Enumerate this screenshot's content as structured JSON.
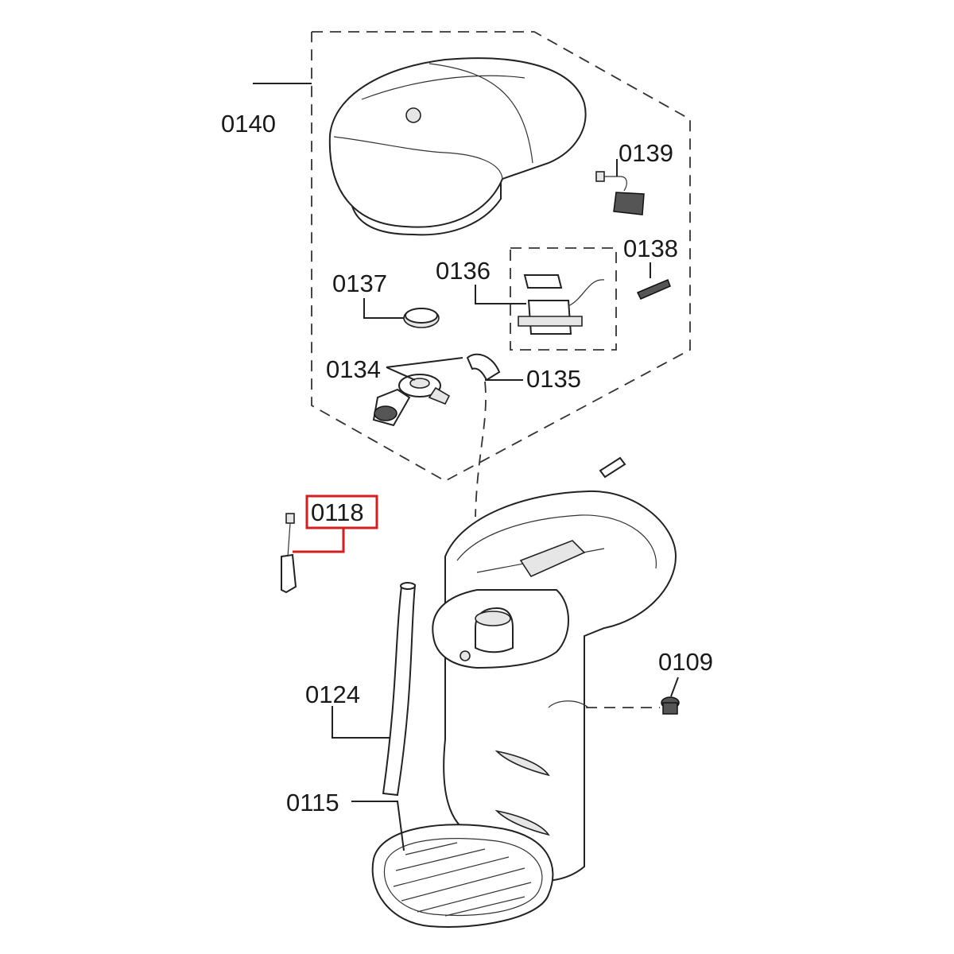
{
  "diagram": {
    "parts": [
      {
        "id": "0140"
      },
      {
        "id": "0139"
      },
      {
        "id": "0138"
      },
      {
        "id": "0137"
      },
      {
        "id": "0136"
      },
      {
        "id": "0134"
      },
      {
        "id": "0135"
      },
      {
        "id": "0118",
        "highlighted": true
      },
      {
        "id": "0124"
      },
      {
        "id": "0109"
      },
      {
        "id": "0115"
      }
    ],
    "highlight_color": "#d41f1f"
  }
}
